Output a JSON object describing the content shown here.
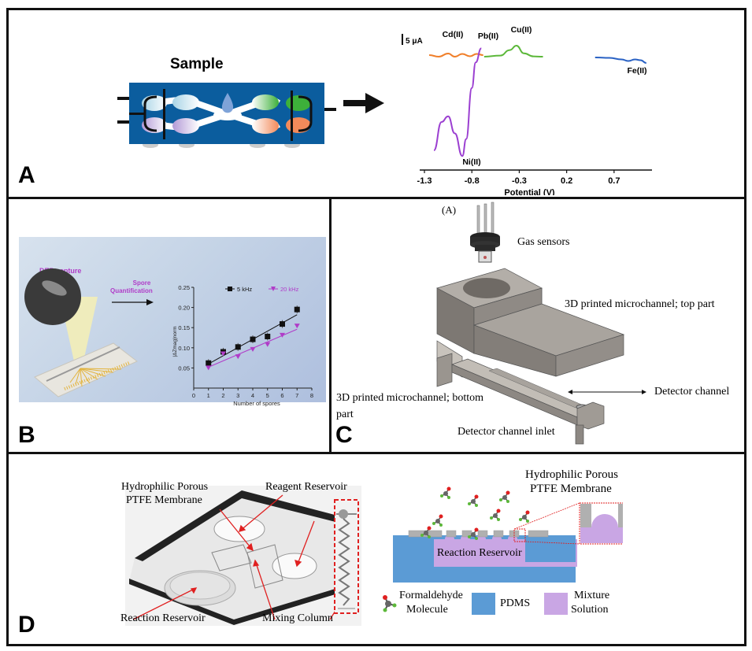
{
  "panels": {
    "A": {
      "letter": "A",
      "chip_title": "Sample",
      "scale_bar_label": "5 μA",
      "ion_labels": [
        "Cd(II)",
        "Pb(II)",
        "Cu(II)",
        "Fe(II)",
        "Ni(II)"
      ],
      "colors": {
        "chip_bg": "#0b5d9e",
        "cd_pb": "#f07f2a",
        "cu": "#5cb83a",
        "fe": "#2a62c4",
        "ni": "#9b3fd1"
      }
    },
    "B": {
      "letter": "B",
      "dep_label": "DEP capture",
      "arrow_label_1": "Spore",
      "arrow_label_2": "Quantification",
      "accent_color": "#b03cc8"
    },
    "C": {
      "letter": "C",
      "subfig": "(A)",
      "gas_sensors": "Gas sensors",
      "top_part": "3D printed microchannel; top part",
      "detector_channel": "Detector channel",
      "bottom_part_1": "3D printed microchannel; bottom",
      "bottom_part_2": "part",
      "inlet": "Detector channel inlet"
    },
    "D": {
      "letter": "D",
      "membrane_1": "Hydrophilic Porous",
      "membrane_2": "PTFE Membrane",
      "reagent": "Reagent Reservoir",
      "reaction": "Reaction Reservoir",
      "mixing": "Mixing Column",
      "right_membrane_1": "Hydrophilic Porous",
      "right_membrane_2": "PTFE Membrane",
      "reaction_inner": "Reaction Reservoir",
      "legend": {
        "formaldehyde_1": "Formaldehyde",
        "formaldehyde_2": "Molecule",
        "pdms": "PDMS",
        "mixture_1": "Mixture",
        "mixture_2": "Solution"
      },
      "colors": {
        "pdms": "#5b9bd5",
        "mixture": "#c9a6e4",
        "arrow": "#e02020"
      }
    }
  },
  "chart_data": [
    {
      "type": "line",
      "title": "",
      "xlabel": "Potential (V)",
      "ylabel": "",
      "x_ticks": [
        -1.3,
        -0.8,
        -0.3,
        0.2,
        0.7
      ],
      "xlim": [
        -1.35,
        1.1
      ],
      "scale_bar": "5 μA",
      "series": [
        {
          "name": "Cd(II)/Pb(II)",
          "color": "#f07f2a",
          "x": [
            -1.25,
            -1.15,
            -1.05,
            -0.98,
            -0.9,
            -0.82,
            -0.75,
            -0.68
          ],
          "y": [
            0,
            -0.4,
            0.4,
            -0.4,
            0.3,
            -0.3,
            0.3,
            0
          ]
        },
        {
          "name": "Cu(II)",
          "color": "#5cb83a",
          "x": [
            -0.67,
            -0.5,
            -0.4,
            -0.33,
            -0.25,
            -0.15,
            -0.05
          ],
          "y": [
            0,
            0.2,
            1.2,
            2.0,
            0.6,
            0.05,
            0
          ]
        },
        {
          "name": "Fe(II)",
          "color": "#2a62c4",
          "x": [
            0.5,
            0.65,
            0.78,
            0.85,
            0.92,
            0.98,
            1.04
          ],
          "y": [
            0,
            -0.1,
            -0.5,
            -0.9,
            -0.5,
            -0.7,
            -1.4
          ]
        },
        {
          "name": "Ni(II)",
          "color": "#9b3fd1",
          "x": [
            -1.2,
            -1.12,
            -1.05,
            -0.98,
            -0.9,
            -0.86,
            -0.8,
            -0.76,
            -0.7
          ],
          "y": [
            -15,
            -10,
            -9,
            -12,
            -16,
            -13,
            -4,
            0.5,
            3
          ]
        }
      ],
      "annotations": [
        "Cd(II)",
        "Pb(II)",
        "Cu(II)",
        "Fe(II)",
        "Ni(II)"
      ]
    },
    {
      "type": "scatter",
      "title": "",
      "xlabel": "Number of spores",
      "ylabel": "|ΔZmag|norm",
      "xlim": [
        0,
        8
      ],
      "ylim": [
        0.0,
        0.25
      ],
      "x_ticks": [
        0,
        1,
        2,
        3,
        4,
        5,
        6,
        7,
        8
      ],
      "y_ticks": [
        0.05,
        0.1,
        0.15,
        0.2,
        0.25
      ],
      "legend_position": "top",
      "series": [
        {
          "name": "5 kHz",
          "color": "#111111",
          "marker": "square",
          "x": [
            1,
            2,
            3,
            4,
            5,
            6,
            7
          ],
          "y": [
            0.062,
            0.09,
            0.102,
            0.121,
            0.128,
            0.159,
            0.195
          ],
          "fit": [
            0.06,
            0.182
          ]
        },
        {
          "name": "20 kHz",
          "color": "#b03cc8",
          "marker": "triangle-down",
          "x": [
            1,
            2,
            3,
            4,
            5,
            6,
            7
          ],
          "y": [
            0.05,
            0.085,
            0.078,
            0.096,
            0.108,
            0.131,
            0.154
          ],
          "fit": [
            0.052,
            0.146
          ]
        }
      ]
    }
  ]
}
